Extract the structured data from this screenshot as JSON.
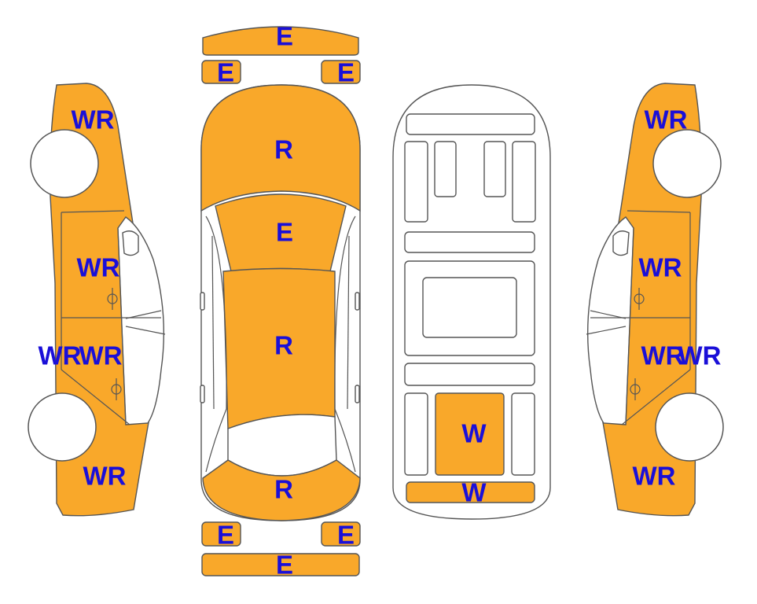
{
  "colors": {
    "damaged_fill": "#F9A82A",
    "code_text": "#1A0FD8",
    "outline": "#555555",
    "background": "#ffffff"
  },
  "top_view": {
    "front_bumper": "E",
    "front_left_light": "E",
    "front_right_light": "E",
    "hood": "R",
    "windshield": "E",
    "roof": "R",
    "trunk": "R",
    "rear_left_light": "E",
    "rear_right_light": "E",
    "rear_bumper": "E"
  },
  "interior_view": {
    "cargo_floor": "W",
    "rear_panel": "W"
  },
  "left_side": {
    "front_fender": "WR",
    "front_door": "WR",
    "rear_door": "WR",
    "rocker_panel": "WR",
    "rear_quarter": "WR"
  },
  "right_side": {
    "front_fender": "WR",
    "front_door": "WR",
    "rear_door": "WR",
    "rocker_panel": "WR",
    "rear_quarter": "WR"
  }
}
